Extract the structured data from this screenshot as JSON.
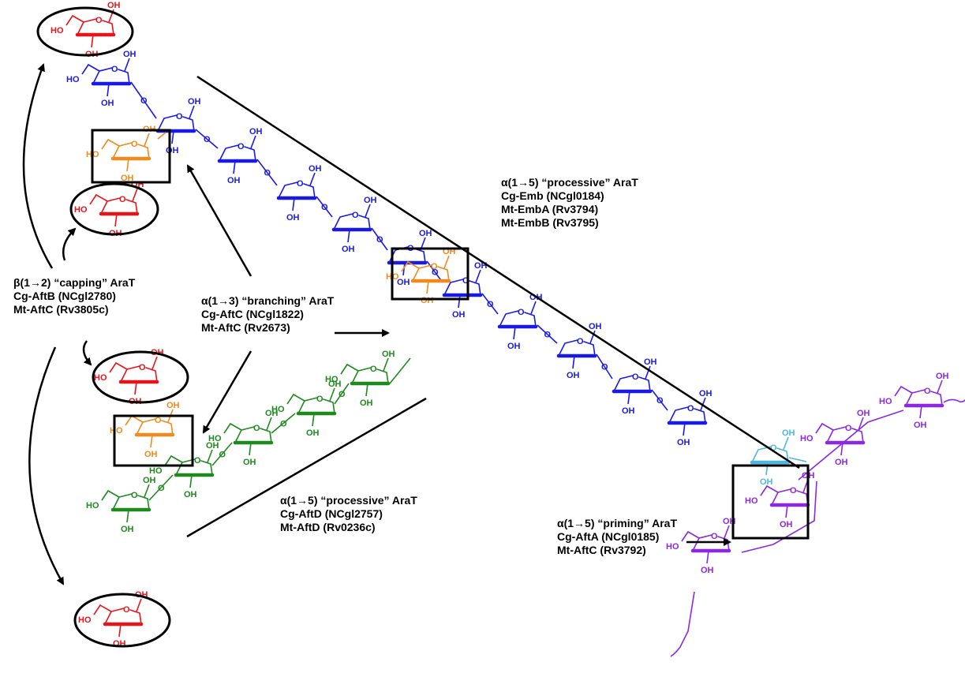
{
  "labels": {
    "capping": {
      "title": "β(1→2) “capping” AraT",
      "lines": [
        "Cg-AftB (NCgl2780)",
        "Mt-AftC (Rv3805c)"
      ]
    },
    "branching": {
      "title": "α(1→3) “branching” AraT",
      "lines": [
        "Cg-AftC (NCgl1822)",
        "Mt-AftC (Rv2673)"
      ]
    },
    "processive_top": {
      "title": "α(1→5) “processive” AraT",
      "lines": [
        "Cg-Emb (NCgl0184)",
        "Mt-EmbA (Rv3794)",
        "Mt-EmbB (Rv3795)"
      ]
    },
    "processive_bottom": {
      "title": "α(1→5) “processive” AraT",
      "lines": [
        "Cg-AftD (NCgl2757)",
        "Mt-AftD (Rv0236c)"
      ]
    },
    "priming": {
      "title": "α(1→5) “priming” AraT",
      "lines": [
        "Cg-AftA (NCgl0185)",
        "Mt-AftC (Rv3792)"
      ]
    }
  },
  "atoms": {
    "oh": "OH",
    "ho": "HO",
    "o": "O"
  },
  "colors": {
    "capping": "#e8141c",
    "branch": "#f08a1c",
    "main_chain": "#1a1ae6",
    "side_chain": "#1e8a1e",
    "primer": "#4cb8e0",
    "galactan": "#8c28e0",
    "lines": "#000000"
  }
}
